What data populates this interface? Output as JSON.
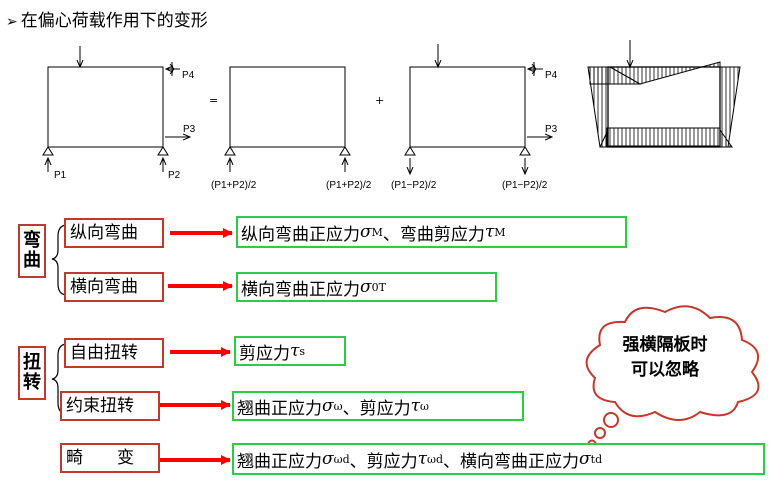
{
  "title": {
    "bullet": "➢",
    "text": "在偏心荷载作用下的变形"
  },
  "frames": {
    "frame1": {
      "top_load": "P4",
      "side_load": "P3",
      "left_support": "P1",
      "right_support": "P2"
    },
    "equals": "=",
    "frame2": {
      "left_support": "(P1+P2)/2",
      "right_support": "(P1+P2)/2"
    },
    "plus": "+",
    "frame3": {
      "top_load": "P4",
      "side_load": "P3",
      "left_support": "(P1−P2)/2",
      "right_support": "(P1−P2)/2"
    }
  },
  "groups": {
    "bending": {
      "label": [
        "弯",
        "曲"
      ],
      "items": [
        {
          "name": "纵向弯曲",
          "effects": [
            {
              "text": "纵向弯曲正应力",
              "greek": "σ",
              "sub": "M"
            },
            {
              "text": "、弯曲剪应力",
              "greek": "τ",
              "sub": "M"
            }
          ]
        },
        {
          "name": "横向弯曲",
          "effects": [
            {
              "text": "横向弯曲正应力",
              "greek": "σ",
              "sub": "0T"
            }
          ]
        }
      ]
    },
    "torsion": {
      "label": [
        "扭",
        "转"
      ],
      "items": [
        {
          "name": "自由扭转",
          "effects": [
            {
              "text": "剪应力",
              "greek": "τ",
              "sub": "s"
            }
          ]
        },
        {
          "name": "约束扭转",
          "effects": [
            {
              "text": "翘曲正应力",
              "greek": "σ",
              "sub": "ω"
            },
            {
              "text": "、剪应力",
              "greek": "τ",
              "sub": "ω"
            }
          ]
        }
      ]
    },
    "distortion": {
      "name": [
        "畸",
        "变"
      ],
      "effects": [
        {
          "text": "翘曲正应力",
          "greek": "σ",
          "sub": "ωd"
        },
        {
          "text": "、剪应力",
          "greek": "τ",
          "sub": "ωd"
        },
        {
          "text": "、横向弯曲正应力",
          "greek": "σ",
          "sub": "td"
        }
      ]
    }
  },
  "callout": {
    "line1": "强横隔板时",
    "line2": "可以忽略"
  },
  "colors": {
    "box_border": "#c0392b",
    "effect_border": "#2ecc40",
    "arrow": "#ff0000"
  }
}
